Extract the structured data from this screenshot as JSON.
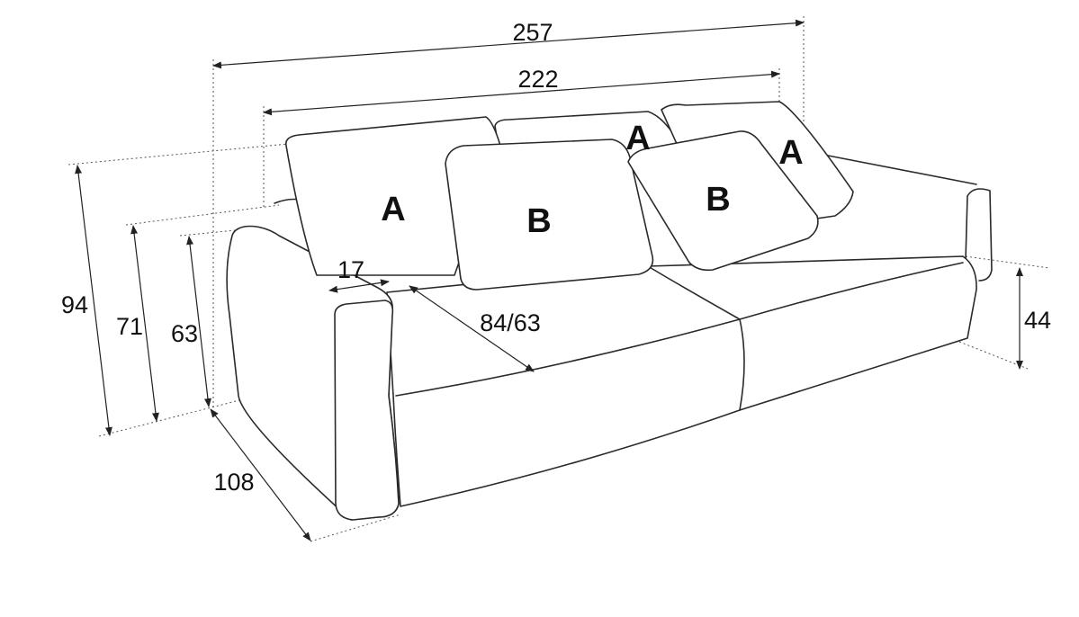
{
  "dimensions": {
    "total_width": "257",
    "inner_width": "222",
    "total_height": "94",
    "back_height": "71",
    "arm_height": "63",
    "arm_width": "17",
    "seat_depth": "84/63",
    "total_depth": "108",
    "seat_height": "44"
  },
  "cushions": {
    "a_left": "A",
    "a_middle": "A",
    "a_right": "A",
    "b_left": "B",
    "b_right": "B"
  }
}
